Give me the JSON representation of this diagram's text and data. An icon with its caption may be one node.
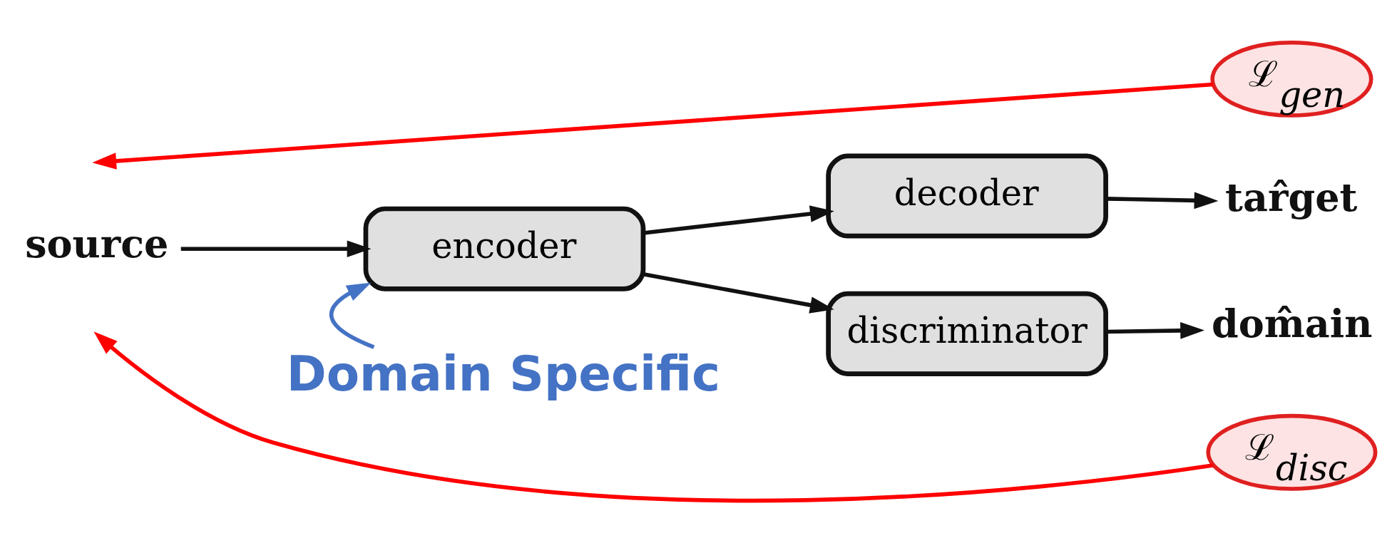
{
  "diagram": {
    "nodes": [
      {
        "text": [
          "ℒ$_{gen}$"
        ]
      },
      {
        "text": [
          "ℒ$_{disc}$"
        ]
      },
      {
        "text": [
          "source"
        ]
      },
      {
        "text": [
          "encoder"
        ]
      },
      {
        "text": [
          "decoder"
        ]
      },
      {
        "text": [
          "discriminator"
        ]
      },
      {
        "text": [
          "tar̂get"
        ]
      },
      {
        "text": [
          "dom̂ain"
        ]
      },
      {
        "text": [
          "Domain Specific"
        ]
      }
    ],
    "edges": [
      {
        "from": 0,
        "to": null,
        "arrow": "to",
        "color": "#ff0000"
      },
      {
        "from": 2,
        "to": 3,
        "arrow": "to"
      },
      {
        "from": 3,
        "to": 4,
        "arrow": "to"
      },
      {
        "from": 3,
        "to": 5,
        "arrow": "to"
      },
      {
        "from": 4,
        "to": 6,
        "arrow": "to"
      },
      {
        "from": 5,
        "to": 7,
        "arrow": "to"
      },
      {
        "from": 1,
        "to": null,
        "arrow": "to",
        "color": "#ff0000"
      },
      {
        "from": 8,
        "to": 3,
        "arrow": "to",
        "color": "#4472c4"
      }
    ]
  }
}
